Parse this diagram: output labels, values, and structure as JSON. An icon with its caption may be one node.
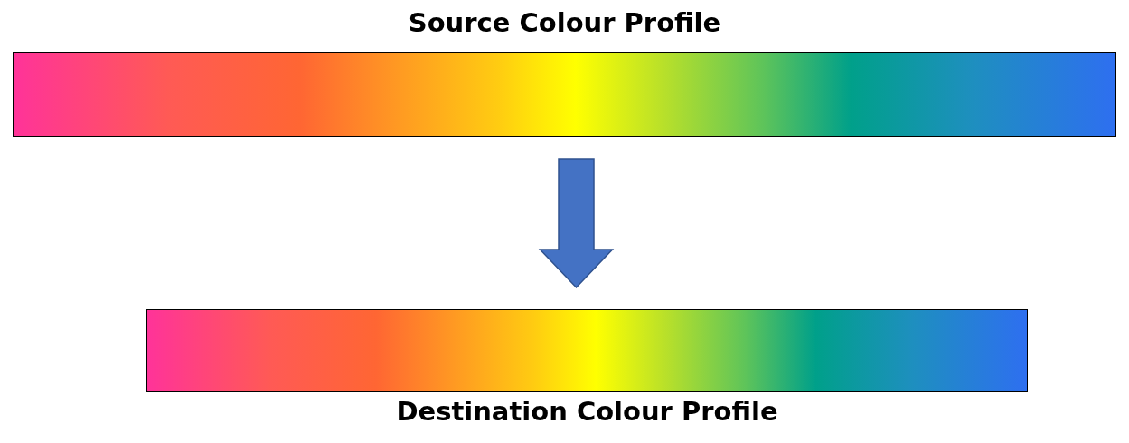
{
  "diagram": {
    "nodes": [
      {
        "text": [
          "Source Colour Profile"
        ]
      },
      {
        "text": [
          "Destination Colour Profile"
        ]
      }
    ],
    "edges": [
      {
        "from": 0,
        "to": 1,
        "arrow": "to"
      }
    ]
  }
}
